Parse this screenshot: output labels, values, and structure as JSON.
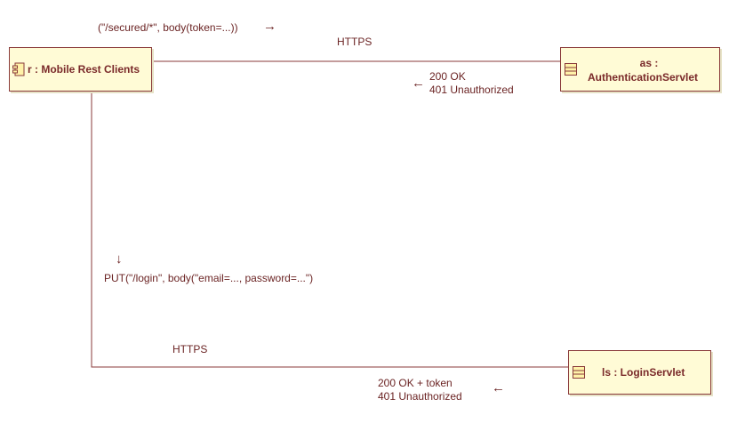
{
  "nodes": {
    "client": {
      "title": "r : Mobile Rest Clients",
      "icon": "component-icon"
    },
    "auth": {
      "title_line1": "as :",
      "title_line2": "AuthenticationServlet",
      "icon": "class-icon"
    },
    "login": {
      "title": "ls : LoginServlet",
      "icon": "class-icon"
    }
  },
  "links": {
    "auth_link": {
      "request": "(\"/secured/*\", body(token=...))",
      "protocol": "HTTPS",
      "response_line1": "200 OK",
      "response_line2": "401 Unauthorized"
    },
    "login_link": {
      "request": "PUT(\"/login\", body(\"email=..., password=...\")",
      "protocol": "HTTPS",
      "response_line1": "200 OK + token",
      "response_line2": "401 Unauthorized"
    }
  },
  "glyphs": {
    "right": "→",
    "left": "←",
    "down": "↓"
  },
  "colors": {
    "box_fill": "#fffbd6",
    "line": "#8a3a3a",
    "text": "#6b2424"
  }
}
